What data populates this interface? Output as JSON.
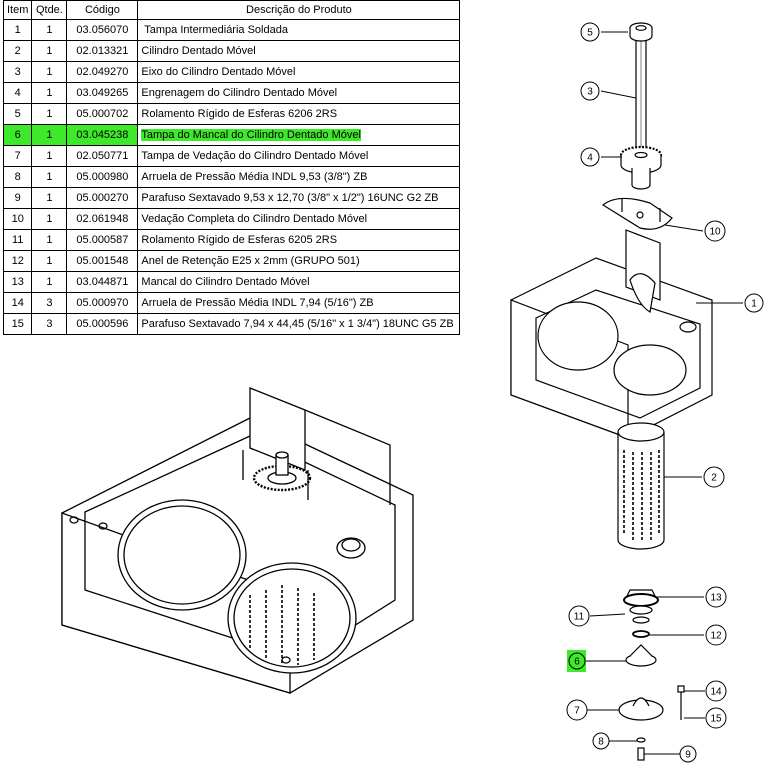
{
  "table": {
    "headers": [
      "Item",
      "Qtde.",
      "Código",
      "Descrição do Produto"
    ],
    "highlight_color": "#3ee82b",
    "rows": [
      {
        "item": "1",
        "qty": "1",
        "code": "03.056070",
        "desc": " Tampa Intermediária Soldada",
        "highlight": false
      },
      {
        "item": "2",
        "qty": "1",
        "code": "02.013321",
        "desc": "Cilindro Dentado Móvel",
        "highlight": false
      },
      {
        "item": "3",
        "qty": "1",
        "code": "02.049270",
        "desc": "Eixo do Cilindro Dentado Móvel",
        "highlight": false
      },
      {
        "item": "4",
        "qty": "1",
        "code": "03.049265",
        "desc": "Engrenagem do Cilindro Dentado Móvel",
        "highlight": false
      },
      {
        "item": "5",
        "qty": "1",
        "code": "05.000702",
        "desc": "Rolamento Rígido de Esferas 6206 2RS",
        "highlight": false
      },
      {
        "item": "6",
        "qty": "1",
        "code": "03.045238",
        "desc": "Tampa do Mancal do Cilindro Dentado Móvel",
        "highlight": true
      },
      {
        "item": "7",
        "qty": "1",
        "code": "02.050771",
        "desc": "Tampa de Vedação do Cilindro Dentado Móvel",
        "highlight": false
      },
      {
        "item": "8",
        "qty": "1",
        "code": "05.000980",
        "desc": "Arruela de Pressão Média INDL 9,53 (3/8\") ZB",
        "highlight": false
      },
      {
        "item": "9",
        "qty": "1",
        "code": "05.000270",
        "desc": "Parafuso Sextavado 9,53 x 12,70 (3/8\" x 1/2\") 16UNC G2 ZB",
        "highlight": false
      },
      {
        "item": "10",
        "qty": "1",
        "code": "02.061948",
        "desc": "Vedação Completa do Cilindro Dentado Móvel",
        "highlight": false
      },
      {
        "item": "11",
        "qty": "1",
        "code": "05.000587",
        "desc": "Rolamento Rígido de Esferas 6205 2RS",
        "highlight": false
      },
      {
        "item": "12",
        "qty": "1",
        "code": "05.001548",
        "desc": "Anel de Retenção E25 x 2mm (GRUPO 501)",
        "highlight": false
      },
      {
        "item": "13",
        "qty": "1",
        "code": "03.044871",
        "desc": "Mancal do Cilindro Dentado Móvel",
        "highlight": false
      },
      {
        "item": "14",
        "qty": "3",
        "code": "05.000970",
        "desc": "Arruela de Pressão Média INDL 7,94 (5/16\") ZB",
        "highlight": false
      },
      {
        "item": "15",
        "qty": "3",
        "code": "05.000596",
        "desc": "Parafuso Sextavado 7,94 x 44,45 (5/16\" x 1 3/4\") 18UNC G5 ZB",
        "highlight": false
      }
    ]
  },
  "callouts": [
    "5",
    "3",
    "4",
    "10",
    "1",
    "2",
    "13",
    "11",
    "12",
    "6",
    "14",
    "7",
    "15",
    "8",
    "9"
  ]
}
